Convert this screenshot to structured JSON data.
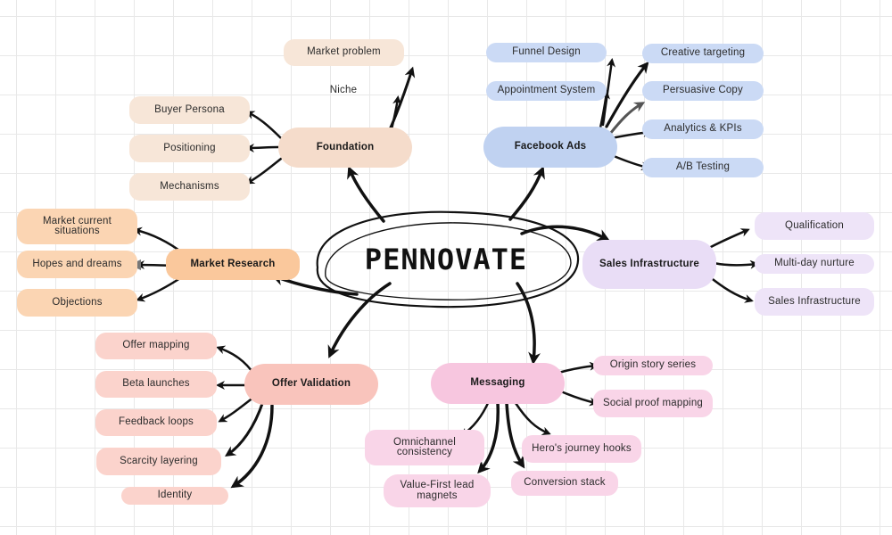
{
  "diagram": {
    "center": {
      "label": "PENNOVATE"
    },
    "colors": {
      "foundation": "#f5dccb",
      "foundation_leaf": "#f7e6d8",
      "facebook": "#c0d2f1",
      "facebook_leaf": "#cbdaf5",
      "sales": "#e9ddf6",
      "sales_leaf": "#eee4f8",
      "research": "#fac89c",
      "research_leaf": "#fbd5b3",
      "offer": "#f9c4bc",
      "offer_leaf": "#fbd3cc",
      "messaging": "#f7c6df",
      "messaging_leaf": "#f9d5e8",
      "arrow": "#111111"
    },
    "branches": {
      "foundation": {
        "label": "Foundation",
        "children": [
          "Market problem",
          "Niche",
          "Buyer Persona",
          "Positioning",
          "Mechanisms"
        ]
      },
      "facebook_ads": {
        "label": "Facebook Ads",
        "children": [
          "Funnel Design",
          "Appointment System",
          "Creative targeting",
          "Persuasive Copy",
          "Analytics & KPIs",
          "A/B Testing"
        ]
      },
      "sales_infrastructure": {
        "label": "Sales Infrastructure",
        "children": [
          "Qualification",
          "Multi-day nurture",
          "Sales Infrastructure"
        ]
      },
      "market_research": {
        "label": "Market Research",
        "children": [
          "Market current situations",
          "Hopes and dreams",
          "Objections"
        ]
      },
      "offer_validation": {
        "label": "Offer Validation",
        "children": [
          "Offer mapping",
          "Beta launches",
          "Feedback loops",
          "Scarcity layering",
          "Identity"
        ]
      },
      "messaging": {
        "label": "Messaging",
        "children": [
          "Origin story series",
          "Social proof mapping",
          "Omnichannel consistency",
          "Hero's journey hooks",
          "Value-First lead magnets",
          "Conversion stack"
        ]
      }
    }
  }
}
